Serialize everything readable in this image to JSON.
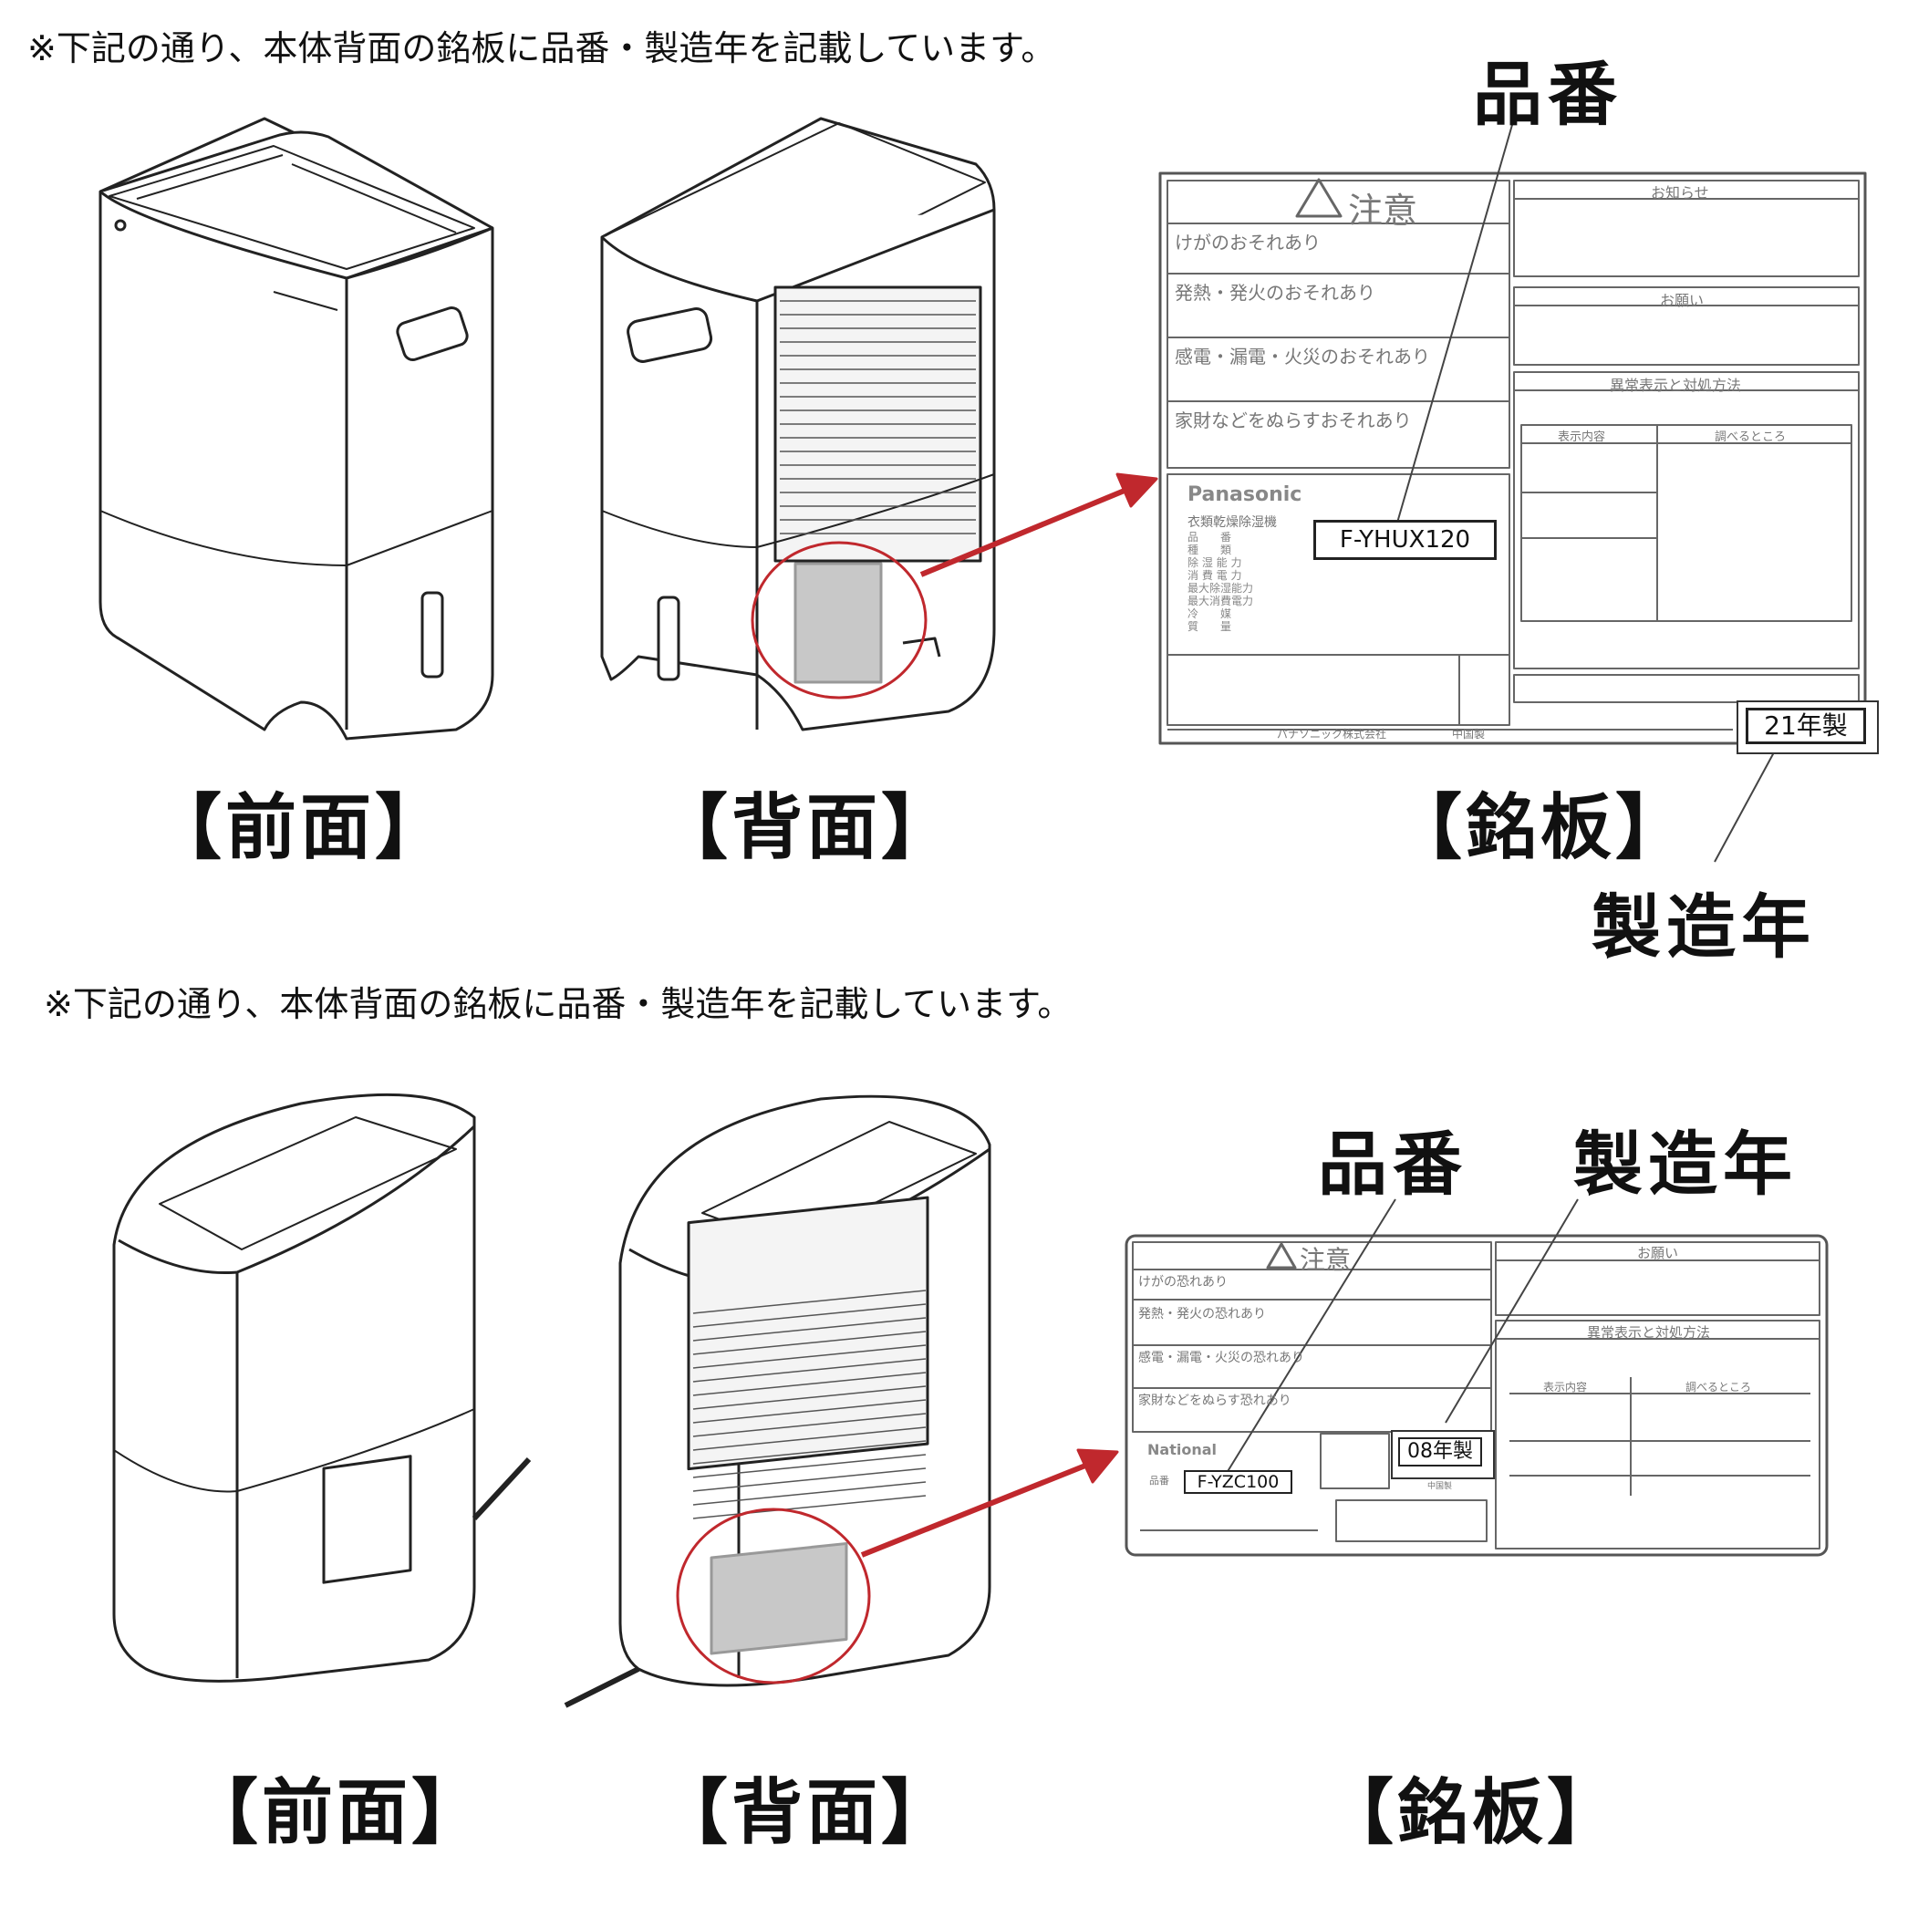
{
  "section1": {
    "note": "※下記の通り、本体背面の銘板に品番・製造年を記載しています。",
    "captions": {
      "front": "【前面】",
      "back": "【背面】",
      "plate": "【銘板】"
    },
    "callouts": {
      "model": "品番",
      "year": "製造年"
    },
    "plate": {
      "caution_title": "注意",
      "warnings": [
        "けがのおそれあり",
        "発熱・発火のおそれあり",
        "感電・漏電・火災のおそれあり",
        "家財などをぬらすおそれあり"
      ],
      "brand": "Panasonic",
      "product": "衣類乾燥除湿機",
      "spec_labels": [
        "品　　番",
        "種　　類",
        "除 湿 能 力",
        "消 費 電 力",
        "最大除湿能力",
        "最大消費電力",
        "冷　　媒",
        "質　　量"
      ],
      "model_number": "F-YHUX120",
      "notice": "お知らせ",
      "request": "お願い",
      "error_title": "異常表示と対処方法",
      "col_display": "表示内容",
      "col_check": "調べるところ",
      "maker": "パナソニック株式会社",
      "origin": "中国製",
      "year_stamp": "21年製"
    }
  },
  "section2": {
    "note": "※下記の通り、本体背面の銘板に品番・製造年を記載しています。",
    "captions": {
      "front": "【前面】",
      "back": "【背面】",
      "plate": "【銘板】"
    },
    "callouts": {
      "model": "品番",
      "year": "製造年"
    },
    "plate": {
      "caution_title": "注意",
      "warnings": [
        "けがの恐れあり",
        "発熱・発火の恐れあり",
        "感電・漏電・火災の恐れあり",
        "家財などをぬらす恐れあり"
      ],
      "brand": "National",
      "model_label": "品番",
      "model_number": "F-YZC100",
      "request": "お願い",
      "error_title": "異常表示と対処方法",
      "col_display": "表示内容",
      "col_check": "調べるところ",
      "origin": "中国製",
      "year_stamp": "08年製"
    }
  },
  "colors": {
    "arrow": "#c0282d",
    "panel": "#c8c8c8"
  }
}
